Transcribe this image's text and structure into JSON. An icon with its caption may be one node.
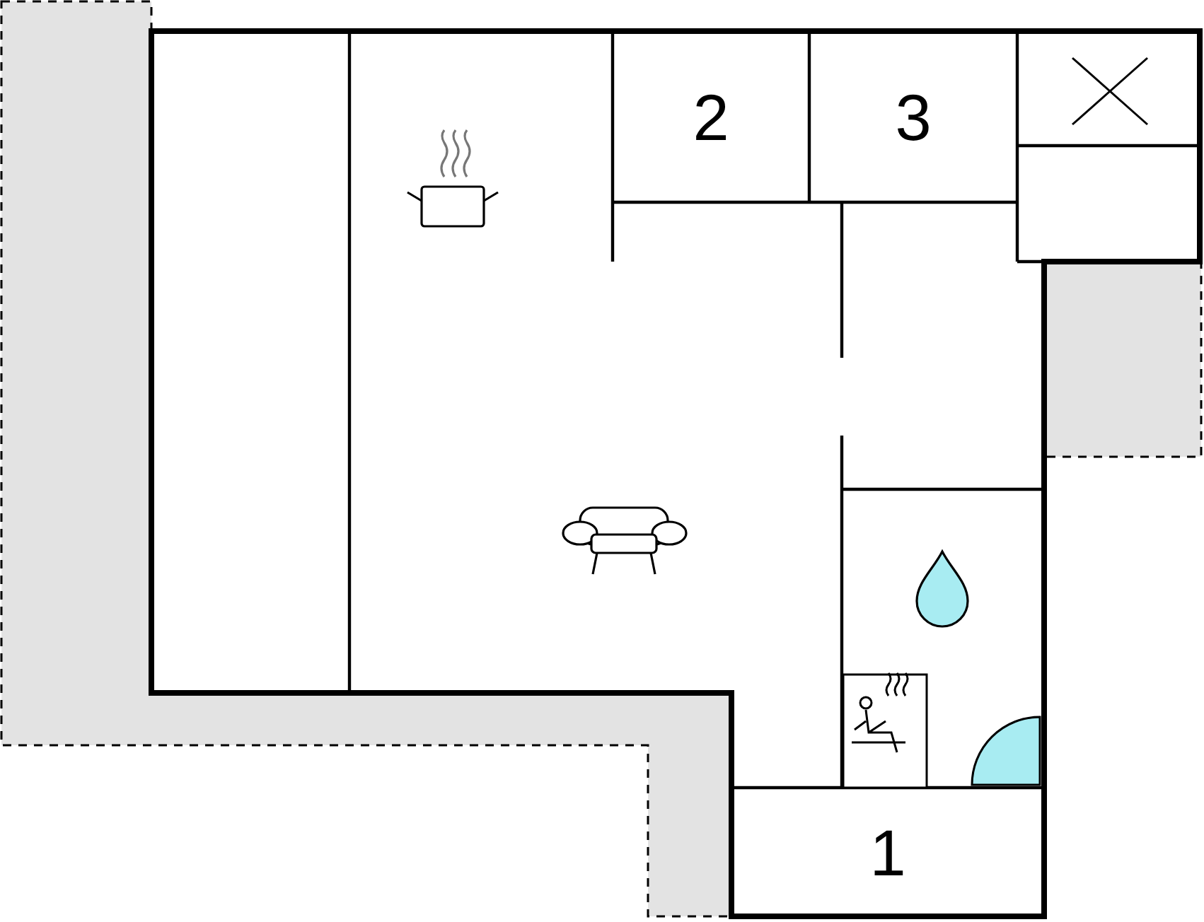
{
  "diagram": {
    "nodes": [
      {
        "text": [
          "2"
        ]
      },
      {
        "text": [
          "3"
        ]
      },
      {
        "text": [
          "1"
        ]
      }
    ]
  }
}
